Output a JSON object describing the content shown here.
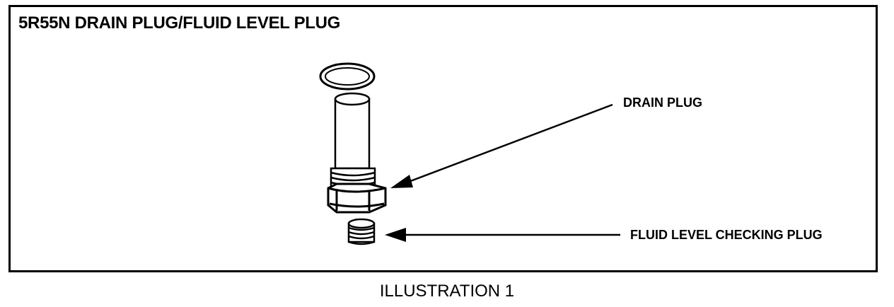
{
  "title": "5R55N DRAIN PLUG/FLUID LEVEL PLUG",
  "labels": {
    "drain_plug": "DRAIN PLUG",
    "fluid_level_plug": "FLUID LEVEL CHECKING PLUG"
  },
  "caption": "ILLUSTRATION 1"
}
